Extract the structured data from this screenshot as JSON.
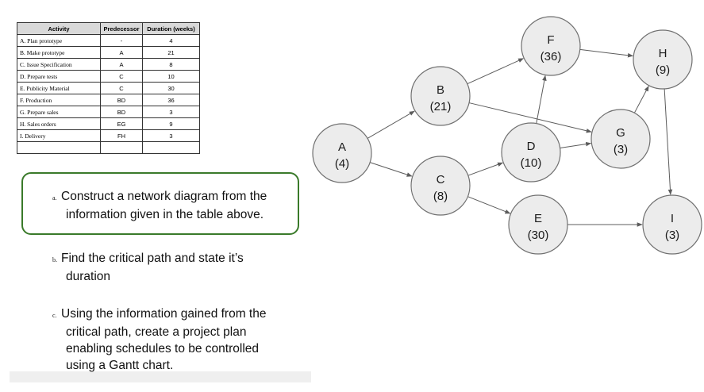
{
  "table": {
    "headers": [
      "Activity",
      "Predecessor",
      "Duration (weeks)"
    ],
    "rows": [
      [
        "A. Plan prototype",
        "-",
        "4"
      ],
      [
        "B. Make prototype",
        "A",
        "21"
      ],
      [
        "C. Issue Specification",
        "A",
        "8"
      ],
      [
        "D. Prepare tests",
        "C",
        "10"
      ],
      [
        "E. Publicity Material",
        "C",
        "30"
      ],
      [
        "F. Production",
        "BD",
        "36"
      ],
      [
        "G. Prepare sales",
        "BD",
        "3"
      ],
      [
        "H. Sales orders",
        "EG",
        "9"
      ],
      [
        "I. Delivery",
        "FH",
        "3"
      ],
      [
        "",
        "",
        ""
      ]
    ]
  },
  "questions": [
    {
      "marker": "a.",
      "lines": [
        "Construct a network diagram from the",
        "information given in the table above."
      ]
    },
    {
      "marker": "b.",
      "lines": [
        "Find the critical path and state it’s",
        "duration"
      ]
    },
    {
      "marker": "c.",
      "lines": [
        "Using the information gained from the",
        "critical path, create a project plan",
        "enabling schedules to be controlled",
        "using a Gantt chart."
      ]
    }
  ],
  "network": {
    "nodes": [
      {
        "id": "A",
        "label": "A",
        "duration": "(4)"
      },
      {
        "id": "B",
        "label": "B",
        "duration": "(21)"
      },
      {
        "id": "C",
        "label": "C",
        "duration": "(8)"
      },
      {
        "id": "D",
        "label": "D",
        "duration": "(10)"
      },
      {
        "id": "E",
        "label": "E",
        "duration": "(30)"
      },
      {
        "id": "F",
        "label": "F",
        "duration": "(36)"
      },
      {
        "id": "G",
        "label": "G",
        "duration": "(3)"
      },
      {
        "id": "H",
        "label": "H",
        "duration": "(9)"
      },
      {
        "id": "I",
        "label": "I",
        "duration": "(3)"
      }
    ],
    "edges": [
      [
        "A",
        "B"
      ],
      [
        "A",
        "C"
      ],
      [
        "B",
        "F"
      ],
      [
        "B",
        "G"
      ],
      [
        "C",
        "D"
      ],
      [
        "C",
        "E"
      ],
      [
        "D",
        "F"
      ],
      [
        "D",
        "G"
      ],
      [
        "F",
        "H"
      ],
      [
        "G",
        "H"
      ],
      [
        "H",
        "I"
      ],
      [
        "E",
        "I"
      ]
    ]
  }
}
